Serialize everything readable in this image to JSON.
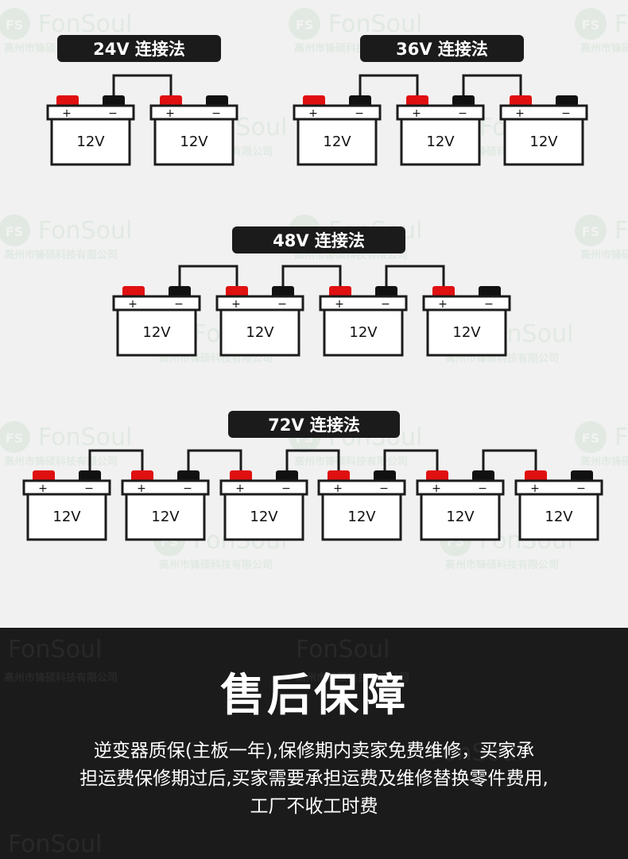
{
  "watermark": {
    "brand": "FonSoul",
    "logo": "FS",
    "company": "高州市锋硕科技有限公司"
  },
  "diagram": {
    "battery_voltage_label": "12V",
    "terminal_positive": "+",
    "terminal_negative": "−",
    "colors": {
      "positive_terminal": "#e01010",
      "negative_terminal": "#111111",
      "outline": "#1c1c1c",
      "title_pill": "#1b1b1b",
      "title_text": "#ffffff"
    },
    "sections": [
      {
        "title": "24V 连接法",
        "count": 2
      },
      {
        "title": "36V 连接法",
        "count": 3
      },
      {
        "title": "48V 连接法",
        "count": 4
      },
      {
        "title": "72V 连接法",
        "count": 6
      }
    ]
  },
  "service": {
    "title": "售后保障",
    "lines": [
      "逆变器质保(主板一年),保修期内卖家免费维修，买家承",
      "担运费保修期过后,买家需要承担运费及维修替换零件费用,",
      "工厂不收工时费"
    ]
  }
}
